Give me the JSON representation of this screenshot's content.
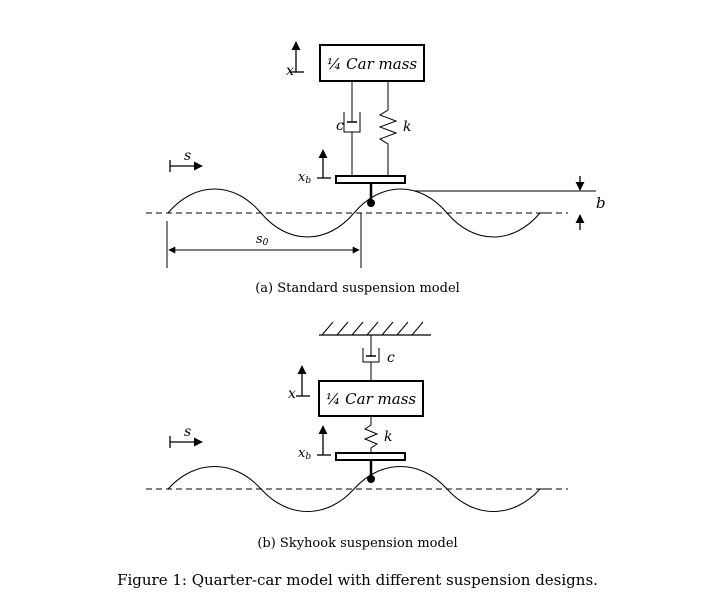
{
  "panel_a": {
    "mass_label": "¼ Car mass",
    "x_label": "x",
    "xb_label": "x",
    "xb_sub": "b",
    "damper_label": "c",
    "spring_label": "k",
    "s_label": "s",
    "s0_label": "s",
    "s0_sub": "0",
    "b_label": "b",
    "caption": "(a) Standard suspension model"
  },
  "panel_b": {
    "mass_label": "¼ Car mass",
    "x_label": "x",
    "xb_label": "x",
    "xb_sub": "b",
    "damper_label": "c",
    "spring_label": "k",
    "s_label": "s",
    "caption": "(b) Skyhook suspension model"
  },
  "figure_caption": "Figure 1: Quarter-car model with different suspension designs."
}
